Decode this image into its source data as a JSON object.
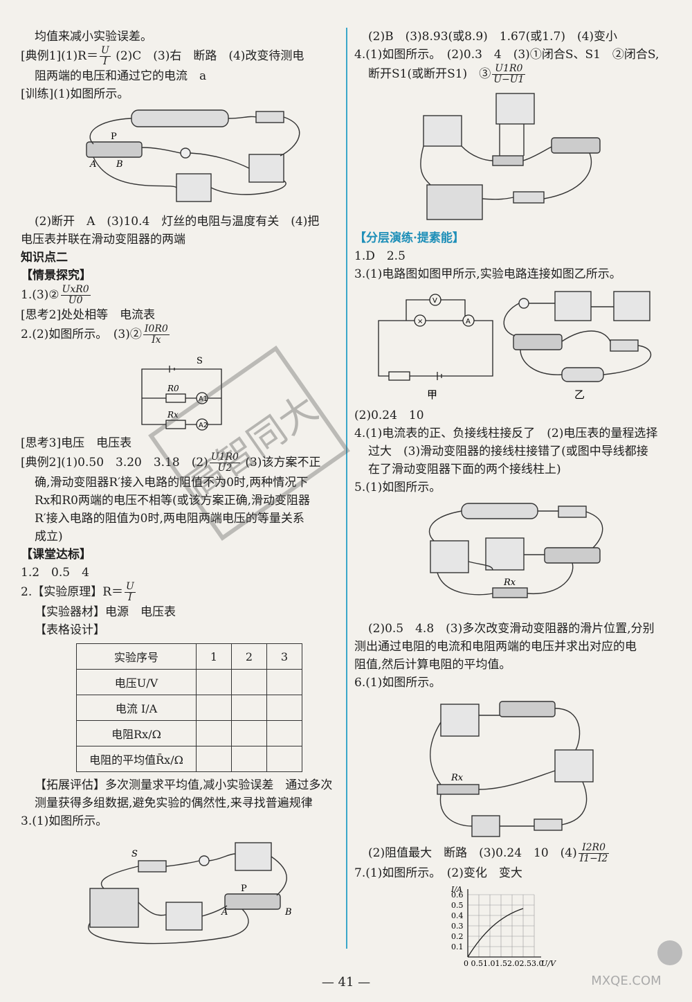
{
  "left": {
    "l1": "均值来减小实验误差。",
    "l2a": "[典例1](1)R＝",
    "l2b": "(2)C　(3)右　断路　(4)改变待测电",
    "l3": "阻两端的电压和通过它的电流　a",
    "l4": "[训练](1)如图所示。",
    "l5": "(2)断开　A　(3)10.4　灯丝的电阻与温度有关　(4)把",
    "l6": "电压表并联在滑动变阻器的两端",
    "l7": "知识点二",
    "l8": "【情景探究】",
    "l9a": "1.(3)②",
    "l10": "[思考2]处处相等　电流表",
    "l11a": "2.(2)如图所示。　(3)②",
    "l12": "[思考3]电压　电压表",
    "l13a": "[典例2](1)0.50　3.20　3.18　(2)",
    "l13b": "(3)该方案不正",
    "l14": "确,滑动变阻器R′接入电路的阻值不为0时,两种情况下",
    "l15": "Rx和R0两端的电压不相等(或该方案正确,滑动变阻器",
    "l16": "R′接入电路的阻值为0时,两电阻两端电压的等量关系",
    "l17": "成立)",
    "l18": "【课堂达标】",
    "l19": "1.2　0.5　4",
    "l20a": "2.【实验原理】R＝",
    "l21": "【实验器材】电源　电压表",
    "l22": "【表格设计】",
    "l23": "【拓展评估】多次测量求平均值,减小实验误差　通过多次",
    "l24": "测量获得多组数据,避免实验的偶然性,来寻找普遍规律",
    "l25": "3.(1)如图所示。"
  },
  "fractions": {
    "r_num": "U",
    "r_den": "I",
    "f1_num": "UxR0",
    "f1_den": "U0",
    "f2_num": "I0R0",
    "f2_den": "Ix",
    "f3_num": "U1R0",
    "f3_den": "U2",
    "f4_num": "U1R0",
    "f4_den": "U−U1",
    "f5_num": "I2R0",
    "f5_den": "I1−I2"
  },
  "table": {
    "header": [
      "实验序号",
      "1",
      "2",
      "3"
    ],
    "rows": [
      "电压U/V",
      "电流 I/A",
      "电阻Rx/Ω",
      "电阻的平均值R̄x/Ω"
    ]
  },
  "right": {
    "r1": "(2)B　(3)8.93(或8.9)　1.67(或1.7)　(4)变小",
    "r2": "4.(1)如图所示。　(2)0.3　4　(3)①闭合S、S1　②闭合S,",
    "r3a": "断开S1(或断开S1)　③",
    "r4": "【分层演练·提素能】",
    "r5": "1.D　2.5",
    "r6": "3.(1)电路图如图甲所示,实验电路连接如图乙所示。",
    "cap_jia": "甲",
    "cap_yi": "乙",
    "r7": "(2)0.24　10",
    "r8": "4.(1)电流表的正、负接线柱接反了　(2)电压表的量程选择",
    "r9": "过大　(3)滑动变阻器的接线柱接错了(或图中导线都接",
    "r10": "在了滑动变阻器下面的两个接线柱上)",
    "r11": "5.(1)如图所示。",
    "r12": "(2)0.5　4.8　(3)多次改变滑动变阻器的滑片位置,分别",
    "r13": "测出通过电阻的电流和电阻两端的电压并求出对应的电",
    "r14": "阻值,然后计算电阻的平均值。",
    "r15": "6.(1)如图所示。",
    "r16a": "(2)阻值最大　断路　(3)0.24　10　(4)",
    "r17": "7.(1)如图所示。　(2)变化　变大"
  },
  "graph": {
    "ylabel": "I/A",
    "xlabel": "U/V",
    "yticks": [
      "0.6",
      "0.5",
      "0.4",
      "0.3",
      "0.2",
      "0.1"
    ],
    "xticks": "0 0.51.01.52.02.53.0"
  },
  "page_number": "41",
  "watermark": "MXQE.COM",
  "stamp_text": "高智同大"
}
